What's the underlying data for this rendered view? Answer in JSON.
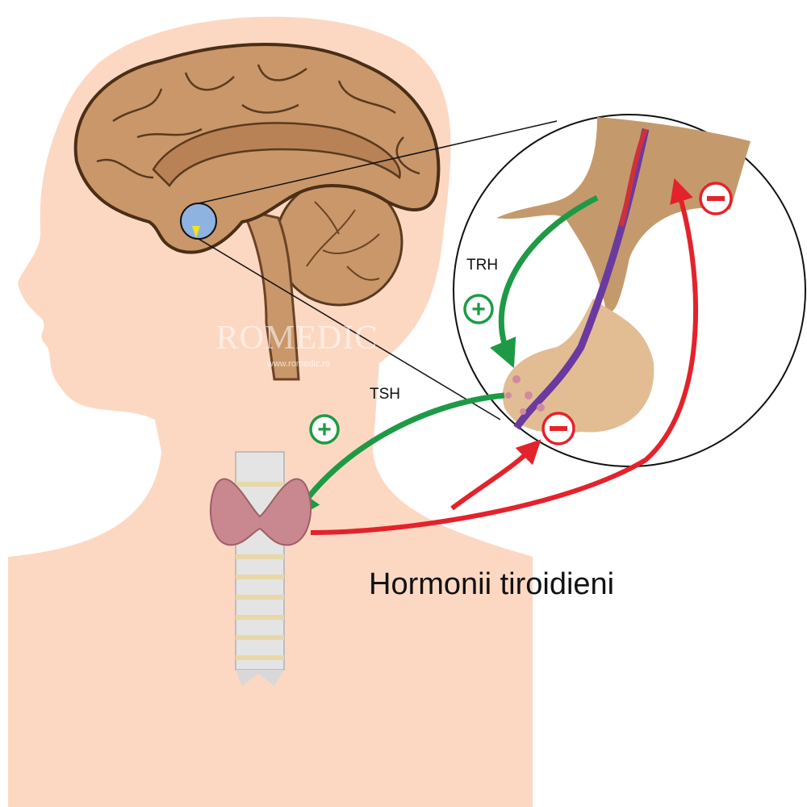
{
  "labels": {
    "trh": "TRH",
    "tsh": "TSH",
    "hormones": "Hormonii tiroidieni"
  },
  "signs": {
    "plus": "+",
    "minus": "−"
  },
  "watermark": {
    "brand": "ROMEDIC",
    "url": "www.romedic.ro"
  },
  "colors": {
    "skin": "#fcd8c3",
    "brain": "#c9976a",
    "stimulate": "#1e9a46",
    "inhibit": "#e4222b",
    "thyroid": "#c9878f"
  }
}
